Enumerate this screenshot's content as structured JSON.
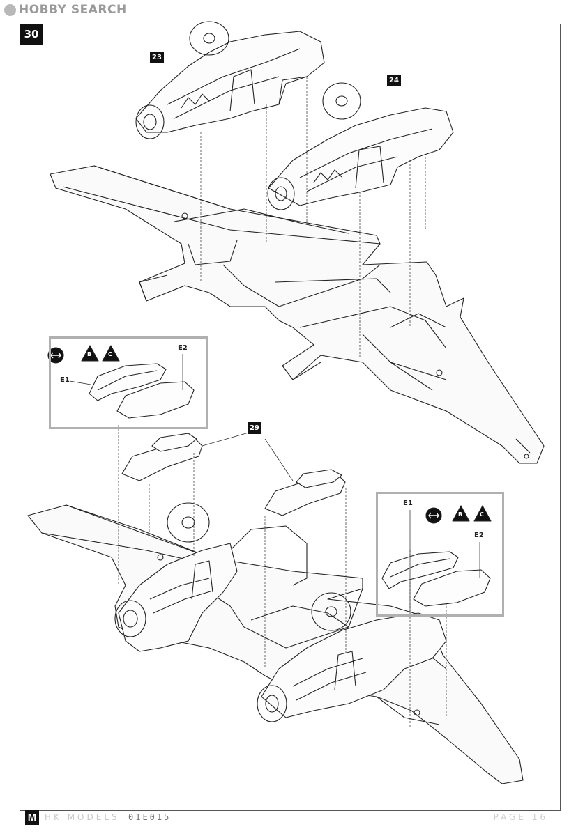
{
  "watermark": {
    "text": "HOBBY SEARCH"
  },
  "step": {
    "number": "30"
  },
  "refs": {
    "r23": "23",
    "r24": "24",
    "r29": "29"
  },
  "inset_left": {
    "label_e1": "E1",
    "label_e2": "E2",
    "marker_b": "B",
    "marker_c": "C"
  },
  "inset_right": {
    "label_e1": "E1",
    "label_e2": "E2",
    "marker_b": "B",
    "marker_c": "C"
  },
  "footer": {
    "brand": "HK MODELS",
    "code": "01E015",
    "page": "PAGE 16"
  }
}
